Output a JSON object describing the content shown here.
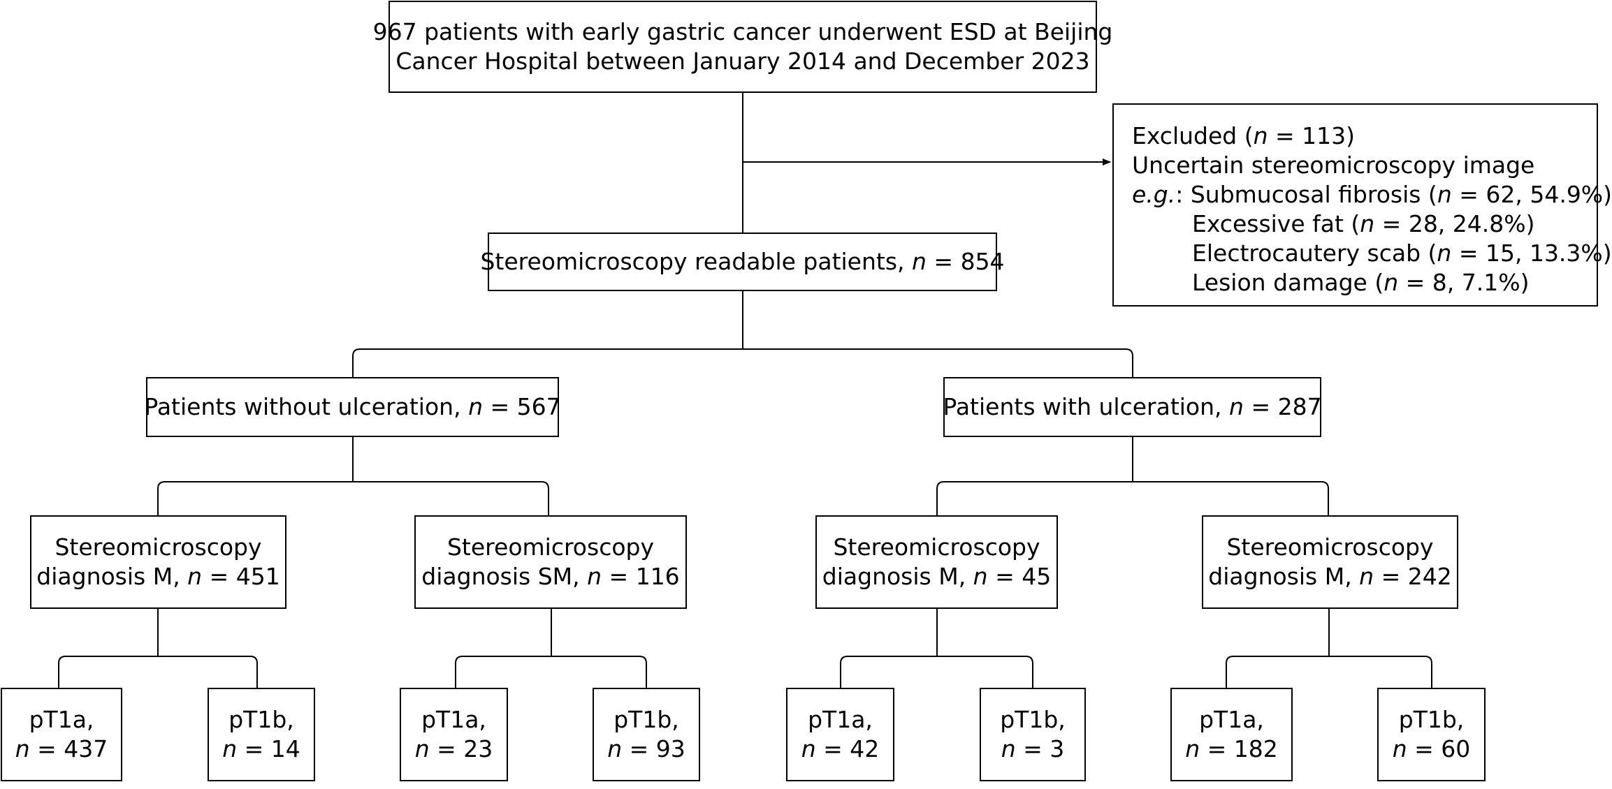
{
  "top": {
    "line1": "967 patients with early gastric cancer underwent ESD at Beijing",
    "line2": "Cancer Hospital between January 2014 and December 2023"
  },
  "excluded": {
    "l1a": "Excluded (",
    "l1n": "n",
    "l1b": " = 113)",
    "l2": "Uncertain stereomicroscopy image",
    "l3eg": "e.g.",
    "l3a": ": Submucosal fibrosis (",
    "l3n": "n",
    "l3b": " = 62, 54.9%)",
    "l4a": "Excessive fat (",
    "l4n": "n",
    "l4b": " = 28, 24.8%)",
    "l5a": "Electrocautery scab (",
    "l5n": "n",
    "l5b": " = 15, 13.3%)",
    "l6a": "Lesion damage (",
    "l6n": "n",
    "l6b": " = 8, 7.1%)"
  },
  "readable": {
    "a": "Stereomicroscopy readable patients, ",
    "n": "n",
    "b": " = 854"
  },
  "without": {
    "a": "Patients without ulceration, ",
    "n": "n",
    "b": " = 567"
  },
  "with": {
    "a": "Patients with ulceration, ",
    "n": "n",
    "b": " = 287"
  },
  "diag": [
    {
      "l1": "Stereomicroscopy",
      "a": "diagnosis M, ",
      "n": "n",
      "b": " = 451"
    },
    {
      "l1": "Stereomicroscopy",
      "a": "diagnosis SM, ",
      "n": "n",
      "b": " = 116"
    },
    {
      "l1": "Stereomicroscopy",
      "a": "diagnosis M, ",
      "n": "n",
      "b": " = 45"
    },
    {
      "l1": "Stereomicroscopy",
      "a": "diagnosis M, ",
      "n": "n",
      "b": " = 242"
    }
  ],
  "leaves": [
    {
      "l1": "pT1a,",
      "n": "n",
      "b": " = 437"
    },
    {
      "l1": "pT1b,",
      "n": "n",
      "b": " = 14"
    },
    {
      "l1": "pT1a,",
      "n": "n",
      "b": " = 23"
    },
    {
      "l1": "pT1b,",
      "n": "n",
      "b": " = 93"
    },
    {
      "l1": "pT1a,",
      "n": "n",
      "b": " = 42"
    },
    {
      "l1": "pT1b,",
      "n": "n",
      "b": " = 3"
    },
    {
      "l1": "pT1a,",
      "n": "n",
      "b": " = 182"
    },
    {
      "l1": "pT1b,",
      "n": "n",
      "b": " = 60"
    }
  ]
}
